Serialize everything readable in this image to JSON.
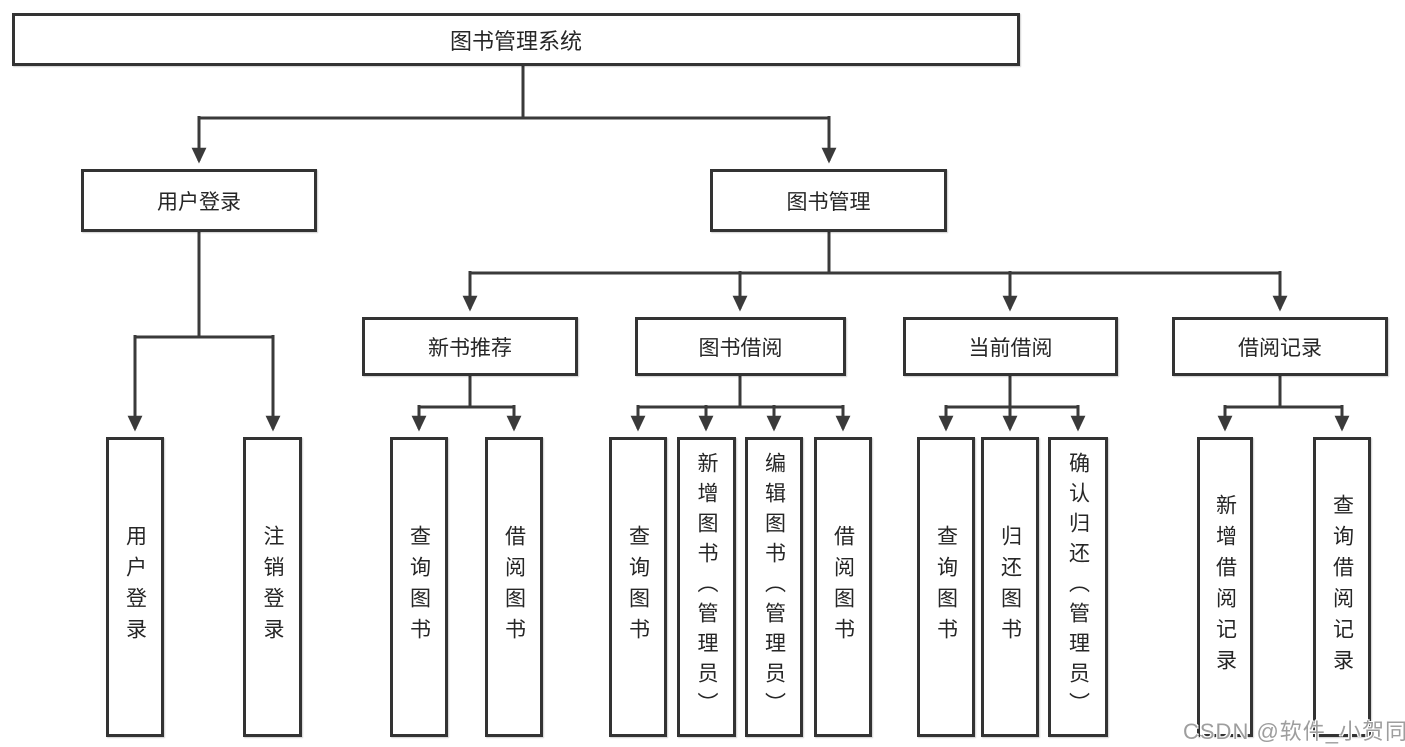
{
  "diagram": {
    "root": {
      "label": "图书管理系统"
    },
    "branches": [
      {
        "label": "用户登录",
        "children": [
          {
            "label": "用户登录"
          },
          {
            "label": "注销登录"
          }
        ]
      },
      {
        "label": "图书管理",
        "children": [
          {
            "label": "新书推荐",
            "children": [
              {
                "label": "查询图书"
              },
              {
                "label": "借阅图书"
              }
            ]
          },
          {
            "label": "图书借阅",
            "children": [
              {
                "label": "查询图书"
              },
              {
                "label": "新增图书（管理员）"
              },
              {
                "label": "编辑图书（管理员）"
              },
              {
                "label": "借阅图书"
              }
            ]
          },
          {
            "label": "当前借阅",
            "children": [
              {
                "label": "查询图书"
              },
              {
                "label": "归还图书"
              },
              {
                "label": "确认归还（管理员）"
              }
            ]
          },
          {
            "label": "借阅记录",
            "children": [
              {
                "label": "新增借阅记录"
              },
              {
                "label": "查询借阅记录"
              }
            ]
          }
        ]
      }
    ]
  },
  "watermark": {
    "text": "CSDN @软件_小贺同学"
  },
  "colors": {
    "background": "#ffffff",
    "line": "#3a3a3a",
    "box_border": "#333333",
    "text": "#262626",
    "watermark": "#9e9e9e"
  }
}
